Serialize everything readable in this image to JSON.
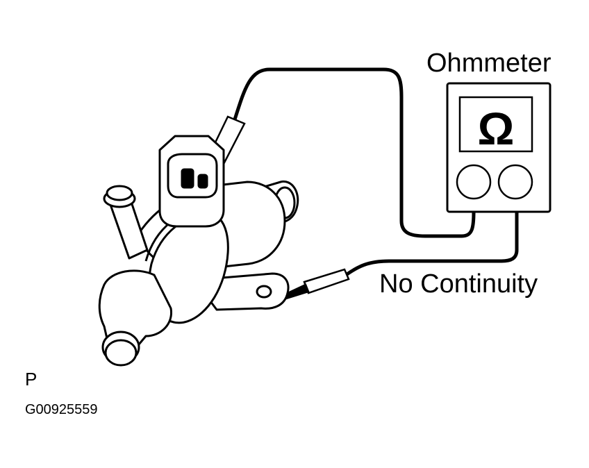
{
  "labels": {
    "meter_name": "Ohmmeter",
    "meter_symbol": "Ω",
    "result": "No Continuity",
    "view_letter": "P",
    "figure_id": "G00925559"
  },
  "colors": {
    "line": "#000000",
    "background": "#ffffff"
  }
}
